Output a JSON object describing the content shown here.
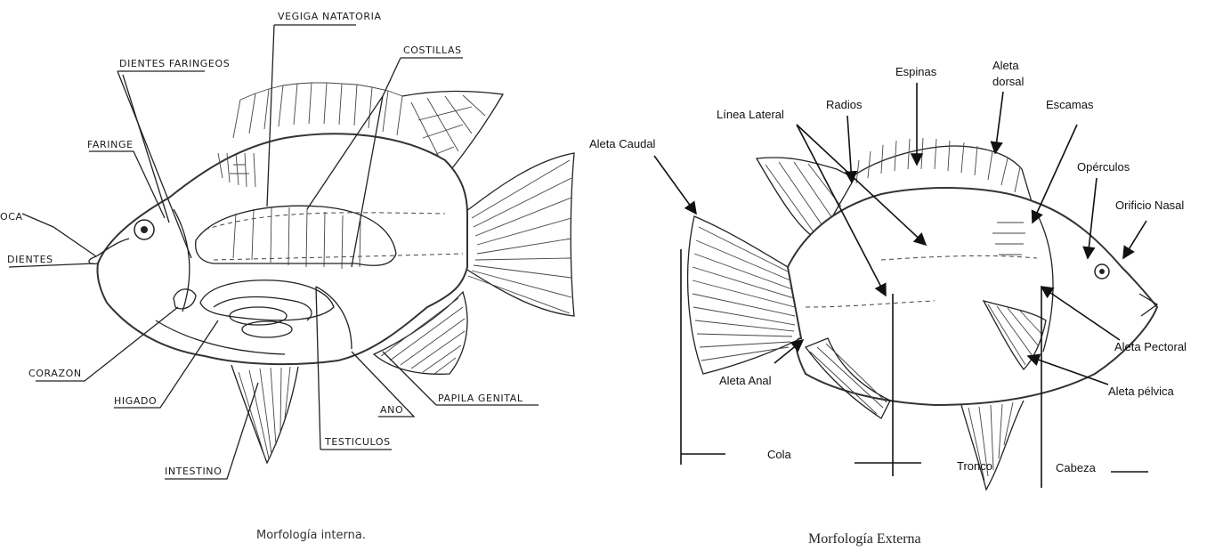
{
  "internal": {
    "caption": "Morfología interna.",
    "labels": {
      "vegiga": "VEGIGA NATATORIA",
      "costillas": "COSTILLAS",
      "dientes_faringeos": "DIENTES FARINGEOS",
      "faringe": "FARINGE",
      "boca": "BOCA",
      "dientes": "DIENTES",
      "corazon": "CORAZON",
      "higado": "HIGADO",
      "intestino": "INTESTINO",
      "testiculos": "TESTICULOS",
      "ano": "ANO",
      "papila": "PAPILA GENITAL"
    }
  },
  "external": {
    "caption": "Morfología Externa",
    "labels": {
      "espinas": "Espinas",
      "aleta_dorsal_1": "Aleta",
      "aleta_dorsal_2": "dorsal",
      "linea_lateral": "Línea Lateral",
      "radios": "Radios",
      "escamas": "Escamas",
      "aleta_caudal": "Aleta Caudal",
      "operculos": "Opérculos",
      "orificio_nasal": "Orificio Nasal",
      "aleta_pectoral": "Aleta Pectoral",
      "aleta_anal": "Aleta Anal",
      "aleta_pelvica": "Aleta pélvica",
      "cola": "Cola",
      "tronco": "Tronco",
      "cabeza": "Cabeza"
    }
  }
}
